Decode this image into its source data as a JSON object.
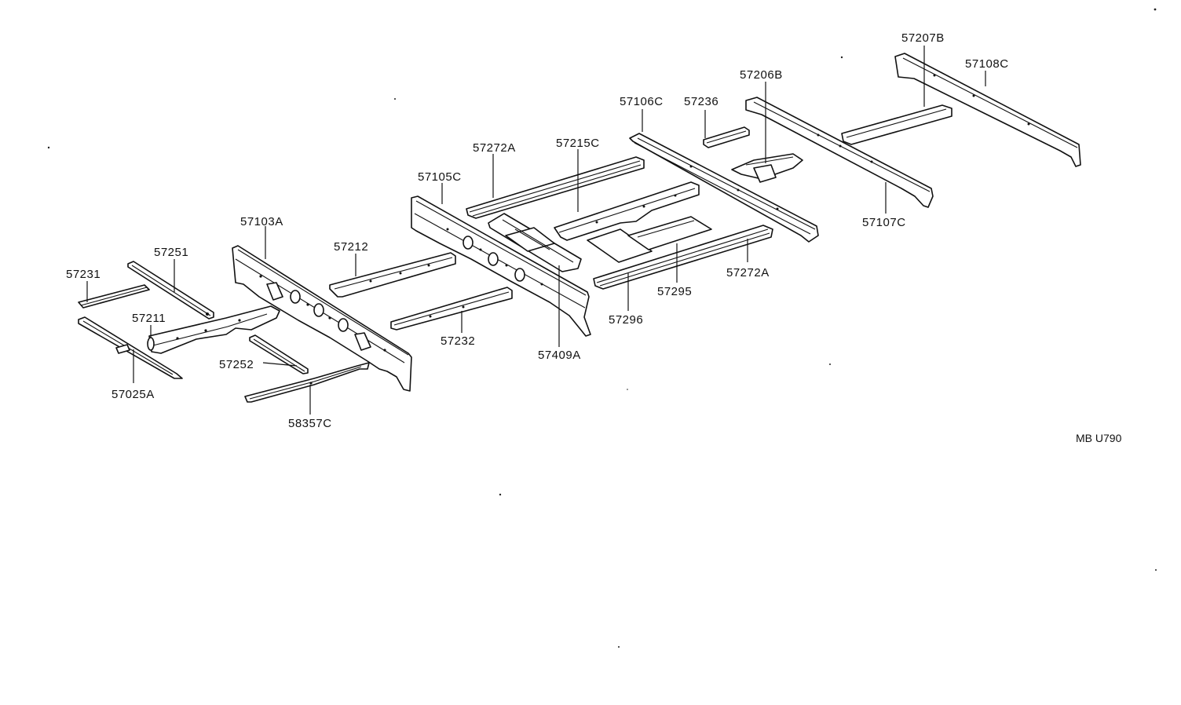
{
  "diagram_code": "MB U790",
  "parts": {
    "p57231": "57231",
    "p57251": "57251",
    "p57211": "57211",
    "p57025A": "57025A",
    "p57252": "57252",
    "p58357C": "58357C",
    "p57103A": "57103A",
    "p57212": "57212",
    "p57232": "57232",
    "p57105C": "57105C",
    "p57272A_upper": "57272A",
    "p57215C": "57215C",
    "p57409A": "57409A",
    "p57296": "57296",
    "p57295": "57295",
    "p57272A_lower": "57272A",
    "p57106C": "57106C",
    "p57236": "57236",
    "p57206B": "57206B",
    "p57107C": "57107C",
    "p57207B": "57207B",
    "p57108C": "57108C"
  }
}
